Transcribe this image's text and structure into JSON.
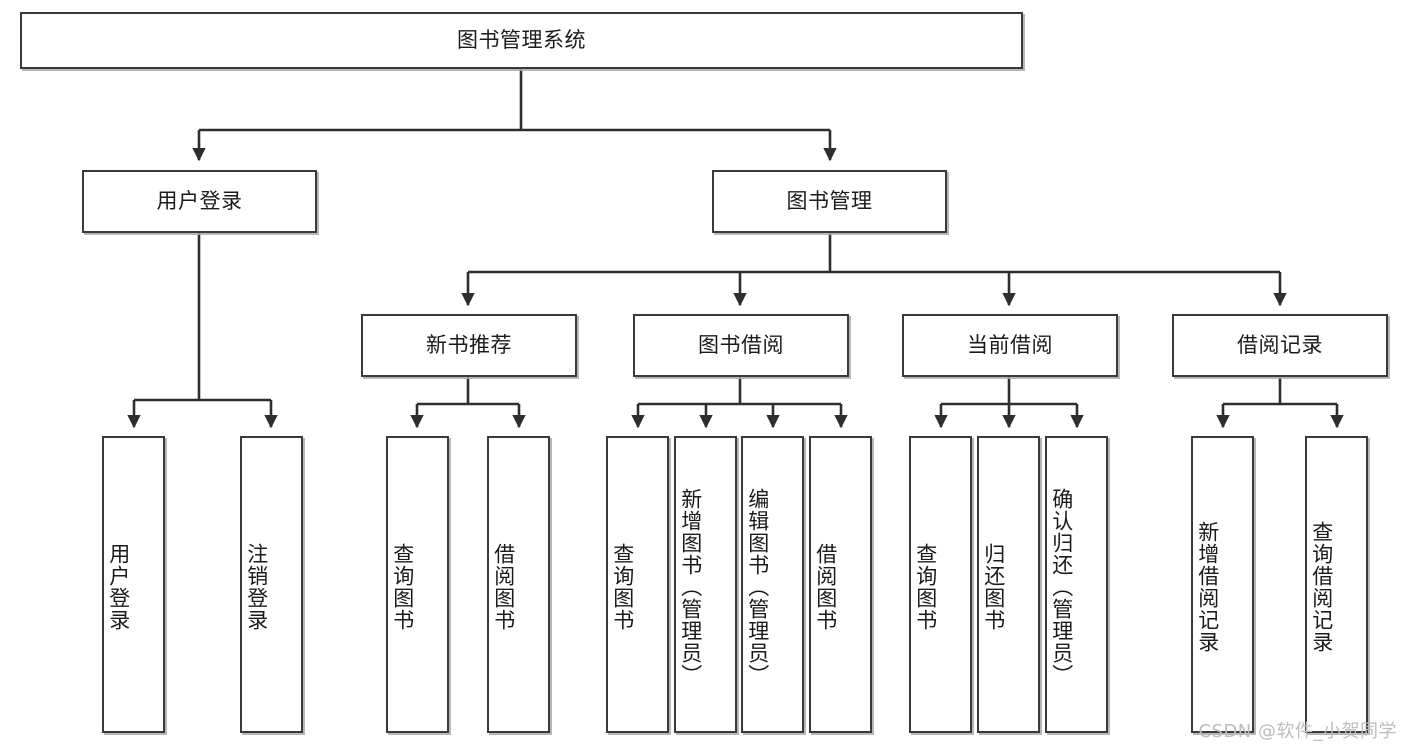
{
  "diagram": {
    "type": "tree-hierarchy-chart",
    "title": "图书管理系统",
    "line_color": "#3a3a3a",
    "box_fill": "#ffffff",
    "text_color": "#1b1b1b",
    "watermark": "CSDN @软件_小贺同学",
    "root": {
      "label": "图书管理系统"
    },
    "level2": [
      {
        "label": "用户登录"
      },
      {
        "label": "图书管理"
      }
    ],
    "level3": [
      {
        "label": "新书推荐"
      },
      {
        "label": "图书借阅"
      },
      {
        "label": "当前借阅"
      },
      {
        "label": "借阅记录"
      }
    ],
    "leaves": {
      "user_login": [
        {
          "label": "用户登录"
        },
        {
          "label": "注销登录"
        }
      ],
      "new_book_recommend": [
        {
          "label": "查询图书"
        },
        {
          "label": "借阅图书"
        }
      ],
      "book_borrow": [
        {
          "label": "查询图书"
        },
        {
          "label": "新增图书（管理员）"
        },
        {
          "label": "编辑图书（管理员）"
        },
        {
          "label": "借阅图书"
        }
      ],
      "current_borrow": [
        {
          "label": "查询图书"
        },
        {
          "label": "归还图书"
        },
        {
          "label": "确认归还（管理员）"
        }
      ],
      "borrow_record": [
        {
          "label": "新增借阅记录"
        },
        {
          "label": "查询借阅记录"
        }
      ]
    }
  }
}
